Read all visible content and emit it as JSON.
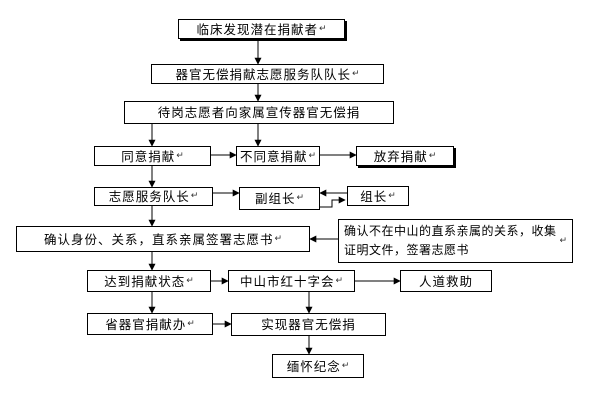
{
  "diagram": {
    "nodes": {
      "n1": "临床发现潜在捐献者",
      "n2": "器官无偿捐献志愿服务队队长",
      "n3": "待岗志愿者向家属宣传器官无偿捐",
      "n4": "同意捐献",
      "n5": "不同意捐献",
      "n6": "放弃捐献",
      "n7": "志愿服务队长",
      "n8": "副组长",
      "n9": "组长",
      "n10": "确认身份、关系，直系亲属签署志愿书",
      "n11": "确认不在中山的直系亲属的关系，收集证明文件，签署志愿书",
      "n12": "达到捐献状态",
      "n13": "中山市红十字会",
      "n14": "人道救助",
      "n15": "省器官捐献办",
      "n16": "实现器官无偿捐",
      "n17": "缅怀纪念"
    },
    "edge_mark": "↵"
  }
}
